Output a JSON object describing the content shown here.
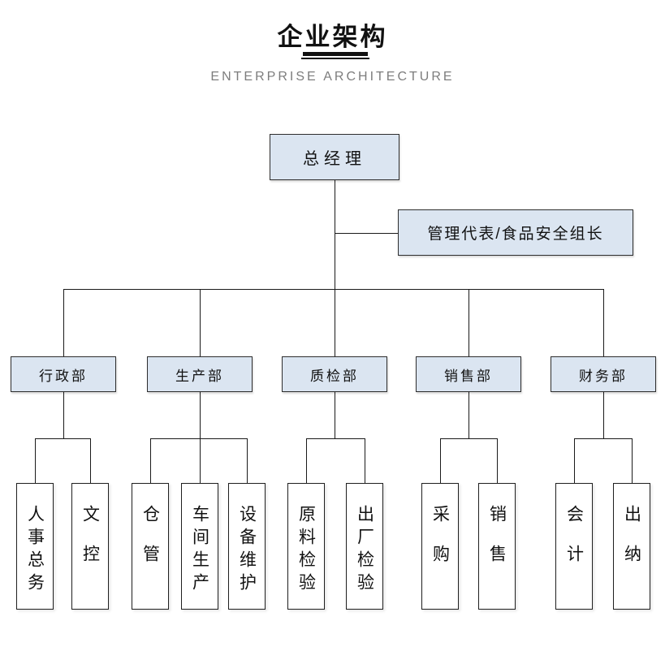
{
  "header": {
    "title": "企业架构",
    "subtitle": "ENTERPRISE ARCHITECTURE"
  },
  "org": {
    "root": {
      "label": "总经理"
    },
    "staff": {
      "label": "管理代表/食品安全组长"
    },
    "departments": [
      {
        "label": "行政部",
        "children": [
          "人事总务",
          "文控"
        ]
      },
      {
        "label": "生产部",
        "children": [
          "仓管",
          "车间生产",
          "设备维护"
        ]
      },
      {
        "label": "质检部",
        "children": [
          "原料检验",
          "出厂检验"
        ]
      },
      {
        "label": "销售部",
        "children": [
          "采购",
          "销售"
        ]
      },
      {
        "label": "财务部",
        "children": [
          "会计",
          "出纳"
        ]
      }
    ]
  },
  "colors": {
    "node_fill": "#dbe5f1",
    "node_border": "#2e2e2e",
    "leaf_fill": "#ffffff",
    "connector_line": "#1a1a1a",
    "title_text": "#111111",
    "subtitle_text": "#7d7d7d"
  }
}
